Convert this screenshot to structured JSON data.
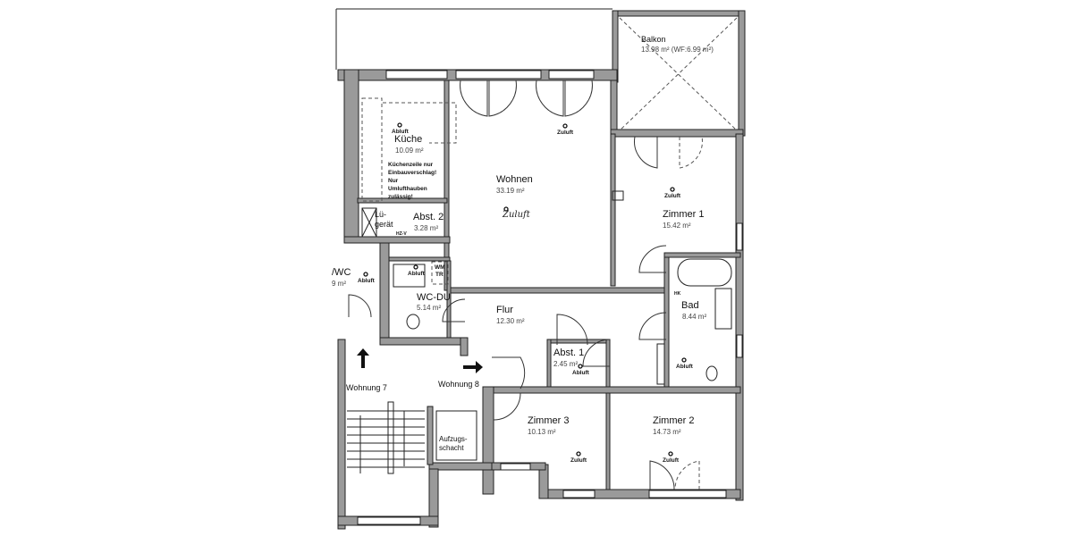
{
  "plan": {
    "rooms": {
      "balkon": {
        "name": "Balkon",
        "area": "13.98 m² (WF:6.99 m²)"
      },
      "kueche": {
        "name": "Küche",
        "area": "10.09 m²",
        "note": [
          "Küchenzeile nur",
          "Einbauverschlag!",
          "Nur",
          "Umlufthauben",
          "zulässig!"
        ]
      },
      "wohnen": {
        "name": "Wohnen",
        "area": "33.19 m²",
        "handwritten": "Zuluft"
      },
      "zimmer1": {
        "name": "Zimmer 1",
        "area": "15.42 m²"
      },
      "abst2": {
        "name": "Abst. 2",
        "area": "3.28 m²",
        "device": [
          "Lü-",
          "gerät"
        ],
        "hzv": "HZ-V"
      },
      "wcdu": {
        "name": "WC-DU",
        "area": "5.14 m²",
        "wmtr": [
          "WM",
          "TR"
        ]
      },
      "bwc": {
        "name": "/WC",
        "area": "9 m²"
      },
      "flur": {
        "name": "Flur",
        "area": "12.30 m²"
      },
      "bad": {
        "name": "Bad",
        "area": "8.44 m²",
        "hk": "HK"
      },
      "abst1": {
        "name": "Abst. 1",
        "area": "2.45 m²"
      },
      "zimmer3": {
        "name": "Zimmer 3",
        "area": "10.13 m²"
      },
      "zimmer2": {
        "name": "Zimmer 2",
        "area": "14.73 m²"
      },
      "aufzug": {
        "name": [
          "Aufzugs-",
          "schacht"
        ]
      }
    },
    "labels": {
      "abluft": "Abluft",
      "zuluft": "Zuluft",
      "wohnung7": "Wohnung 7",
      "wohnung8": "Wohnung 8"
    }
  }
}
